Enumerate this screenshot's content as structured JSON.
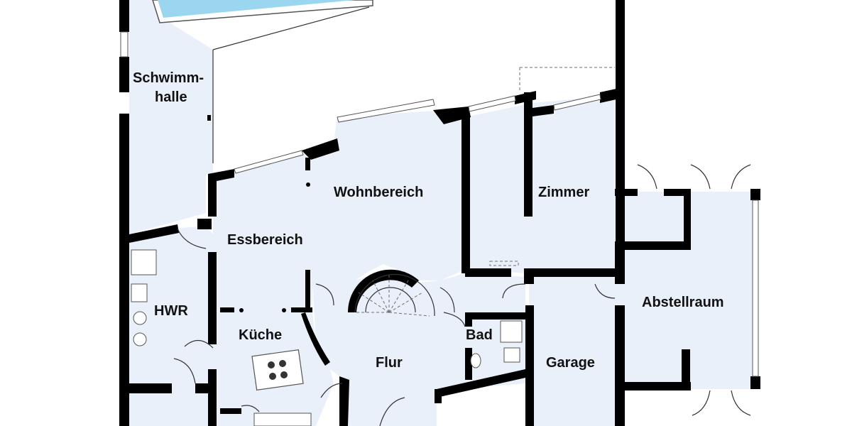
{
  "plan": {
    "colors": {
      "floor": "#e9f0fa",
      "wall": "#000000",
      "pool_water": "#9bd6f0",
      "background": "#ffffff"
    },
    "rooms": {
      "schwimmhalle_line1": "Schwimm-",
      "schwimmhalle_line2": "halle",
      "wohnbereich": "Wohnbereich",
      "zimmer": "Zimmer",
      "essbereich": "Essbereich",
      "hwr": "HWR",
      "kueche": "Küche",
      "bad": "Bad",
      "flur": "Flur",
      "garage": "Garage",
      "abstellraum": "Abstellraum"
    }
  }
}
